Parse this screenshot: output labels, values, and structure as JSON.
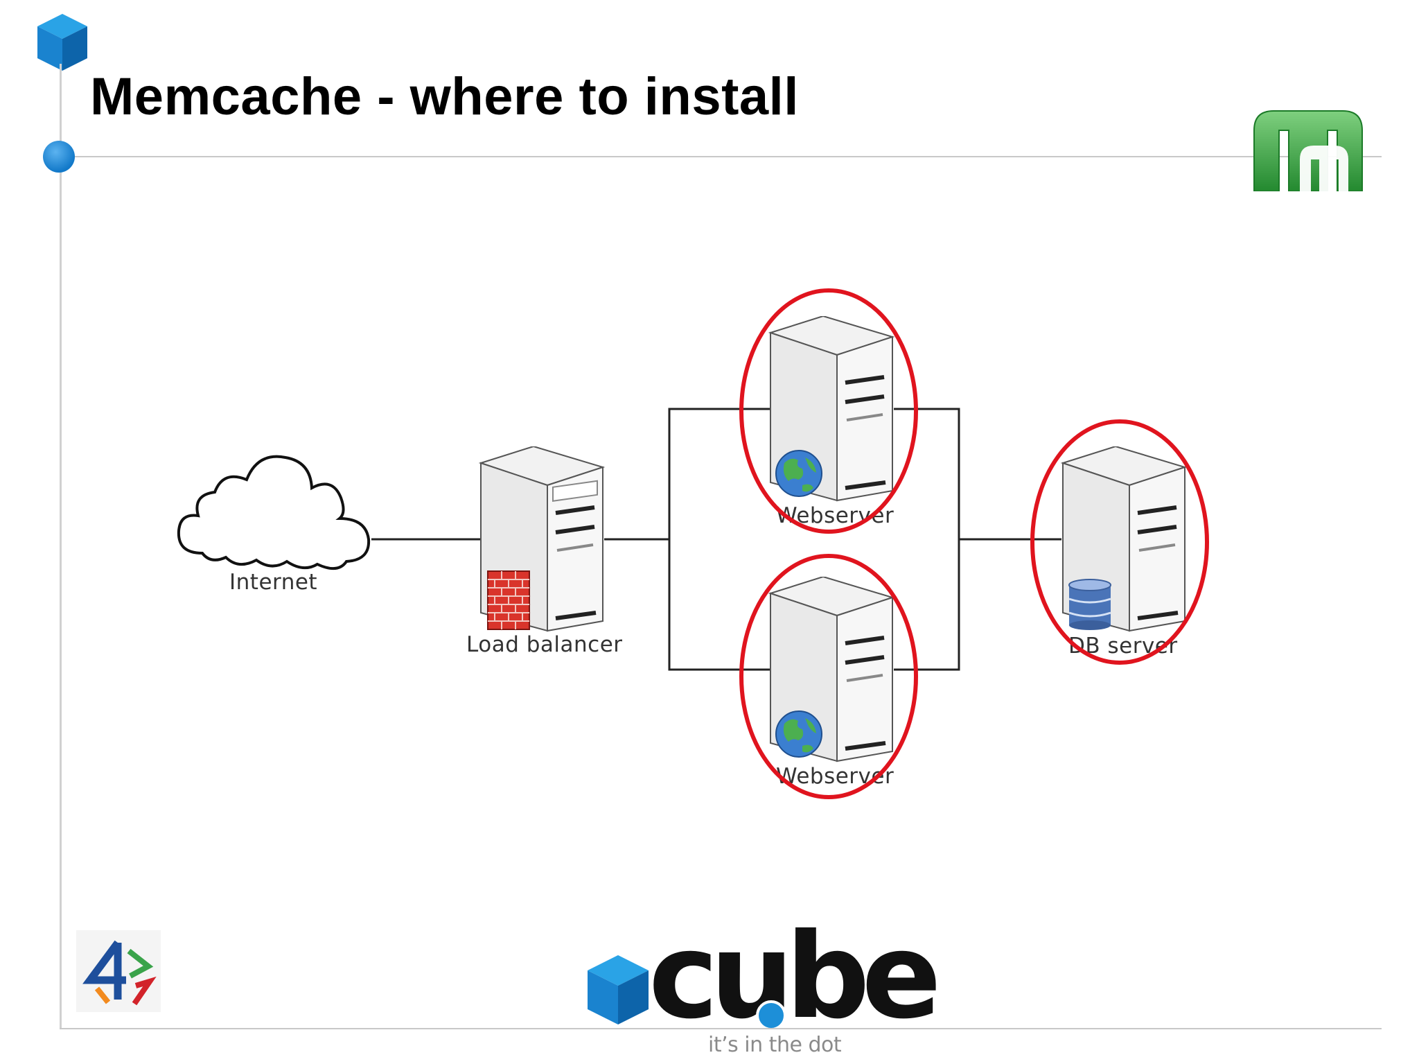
{
  "slide": {
    "title": "Memcache - where to install"
  },
  "diagram": {
    "nodes": [
      {
        "id": "internet",
        "label": "Internet",
        "icon": "cloud-icon"
      },
      {
        "id": "load_balancer",
        "label": "Load balancer",
        "icon": "server-firewall-icon"
      },
      {
        "id": "webserver_top",
        "label": "Webserver",
        "icon": "server-globe-icon",
        "highlighted": true
      },
      {
        "id": "webserver_bottom",
        "label": "Webserver",
        "icon": "server-globe-icon",
        "highlighted": true
      },
      {
        "id": "db_server",
        "label": "DB server",
        "icon": "server-database-icon",
        "highlighted": true
      }
    ],
    "edges": [
      {
        "from": "internet",
        "to": "load_balancer"
      },
      {
        "from": "load_balancer",
        "to": "webserver_top"
      },
      {
        "from": "load_balancer",
        "to": "webserver_bottom"
      },
      {
        "from": "webserver_top",
        "to": "db_server"
      },
      {
        "from": "webserver_bottom",
        "to": "db_server"
      }
    ],
    "highlight_color": "#e0141e"
  },
  "branding": {
    "cube_word": "cube",
    "tagline": "it’s in the dot",
    "accent_blue": "#1d8fd8",
    "logo_green": "#2e9e3f"
  }
}
